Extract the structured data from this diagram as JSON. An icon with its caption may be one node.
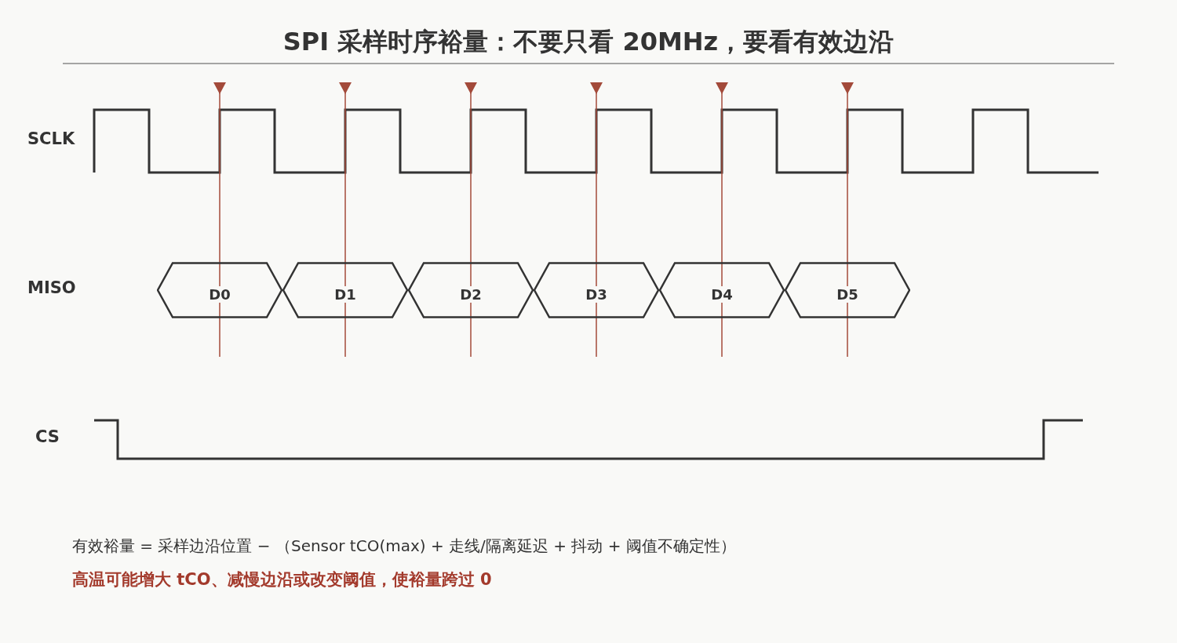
{
  "diagram": {
    "title": "SPI 采样时序裕量：不要只看 20MHz，要看有效边沿",
    "nodes": [
      {
        "text": [
          "D0"
        ]
      },
      {
        "text": [
          "D1"
        ]
      },
      {
        "text": [
          "D2"
        ]
      },
      {
        "text": [
          "D3"
        ]
      },
      {
        "text": [
          "D4"
        ]
      },
      {
        "text": [
          "D5"
        ]
      }
    ],
    "labels": [
      "SCLK",
      "MISO",
      "CS",
      "有效裕量 = 采样边沿位置 − （Sensor tCO(max) + 走线/隔离延迟 + 抖动 + 阈值不确定性）",
      "高温可能增大 tCO、减慢边沿或改变阈值，使裕量跨过 0"
    ]
  }
}
